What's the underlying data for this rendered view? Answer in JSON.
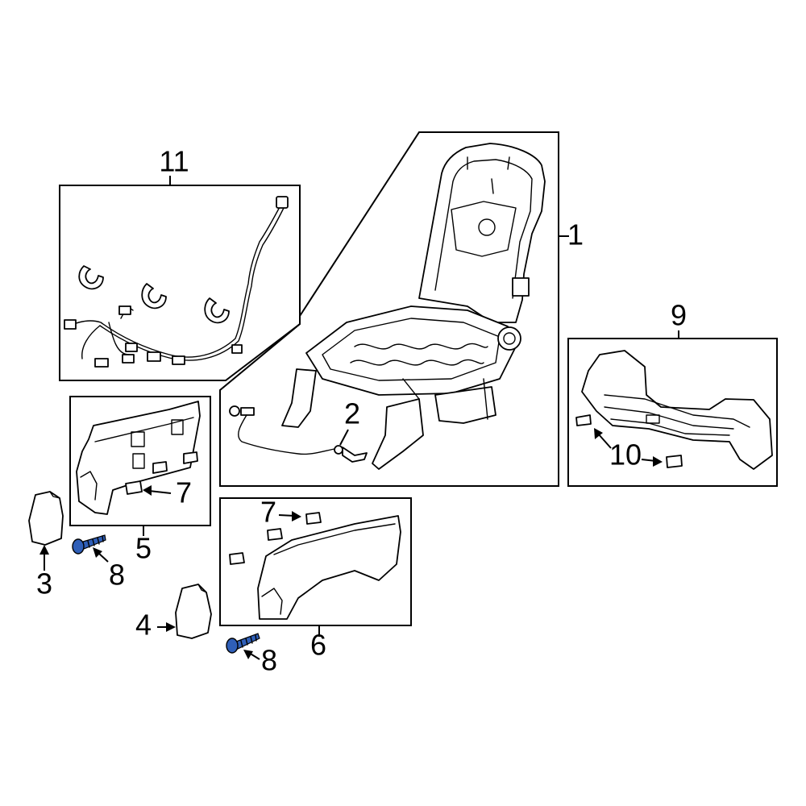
{
  "diagram": {
    "callouts": [
      {
        "id": "c1",
        "text": "1"
      },
      {
        "id": "c2",
        "text": "2"
      },
      {
        "id": "c3",
        "text": "3"
      },
      {
        "id": "c4",
        "text": "4"
      },
      {
        "id": "c5",
        "text": "5"
      },
      {
        "id": "c6",
        "text": "6"
      },
      {
        "id": "c7a",
        "text": "7"
      },
      {
        "id": "c7b",
        "text": "7"
      },
      {
        "id": "c8a",
        "text": "8"
      },
      {
        "id": "c8b",
        "text": "8"
      },
      {
        "id": "c9",
        "text": "9"
      },
      {
        "id": "c10",
        "text": "10"
      },
      {
        "id": "c11",
        "text": "11"
      }
    ],
    "colors": {
      "line": "#000000",
      "background": "#ffffff",
      "highlight_fastener": "#2f5fb8"
    }
  }
}
